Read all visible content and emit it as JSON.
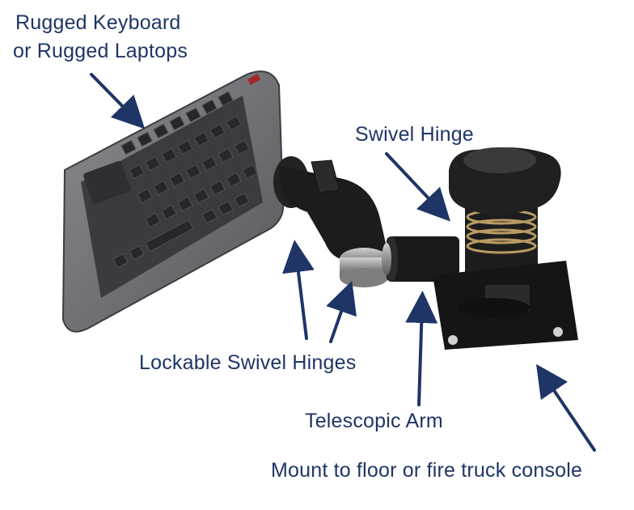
{
  "labels": {
    "keyboard_line1": "Rugged Keyboard",
    "keyboard_line2": "or Rugged Laptops",
    "swivel_hinge": "Swivel Hinge",
    "lockable_hinges": "Lockable Swivel Hinges",
    "telescopic_arm": "Telescopic Arm",
    "mount": "Mount to floor or fire truck console"
  },
  "colors": {
    "label_text": "#1f3566",
    "arrow": "#1f3566",
    "keyboard_body": "#6b6d70",
    "key": "#2a2b2d",
    "arm_black": "#1b1b1b",
    "metal": "#9a9a9a"
  }
}
